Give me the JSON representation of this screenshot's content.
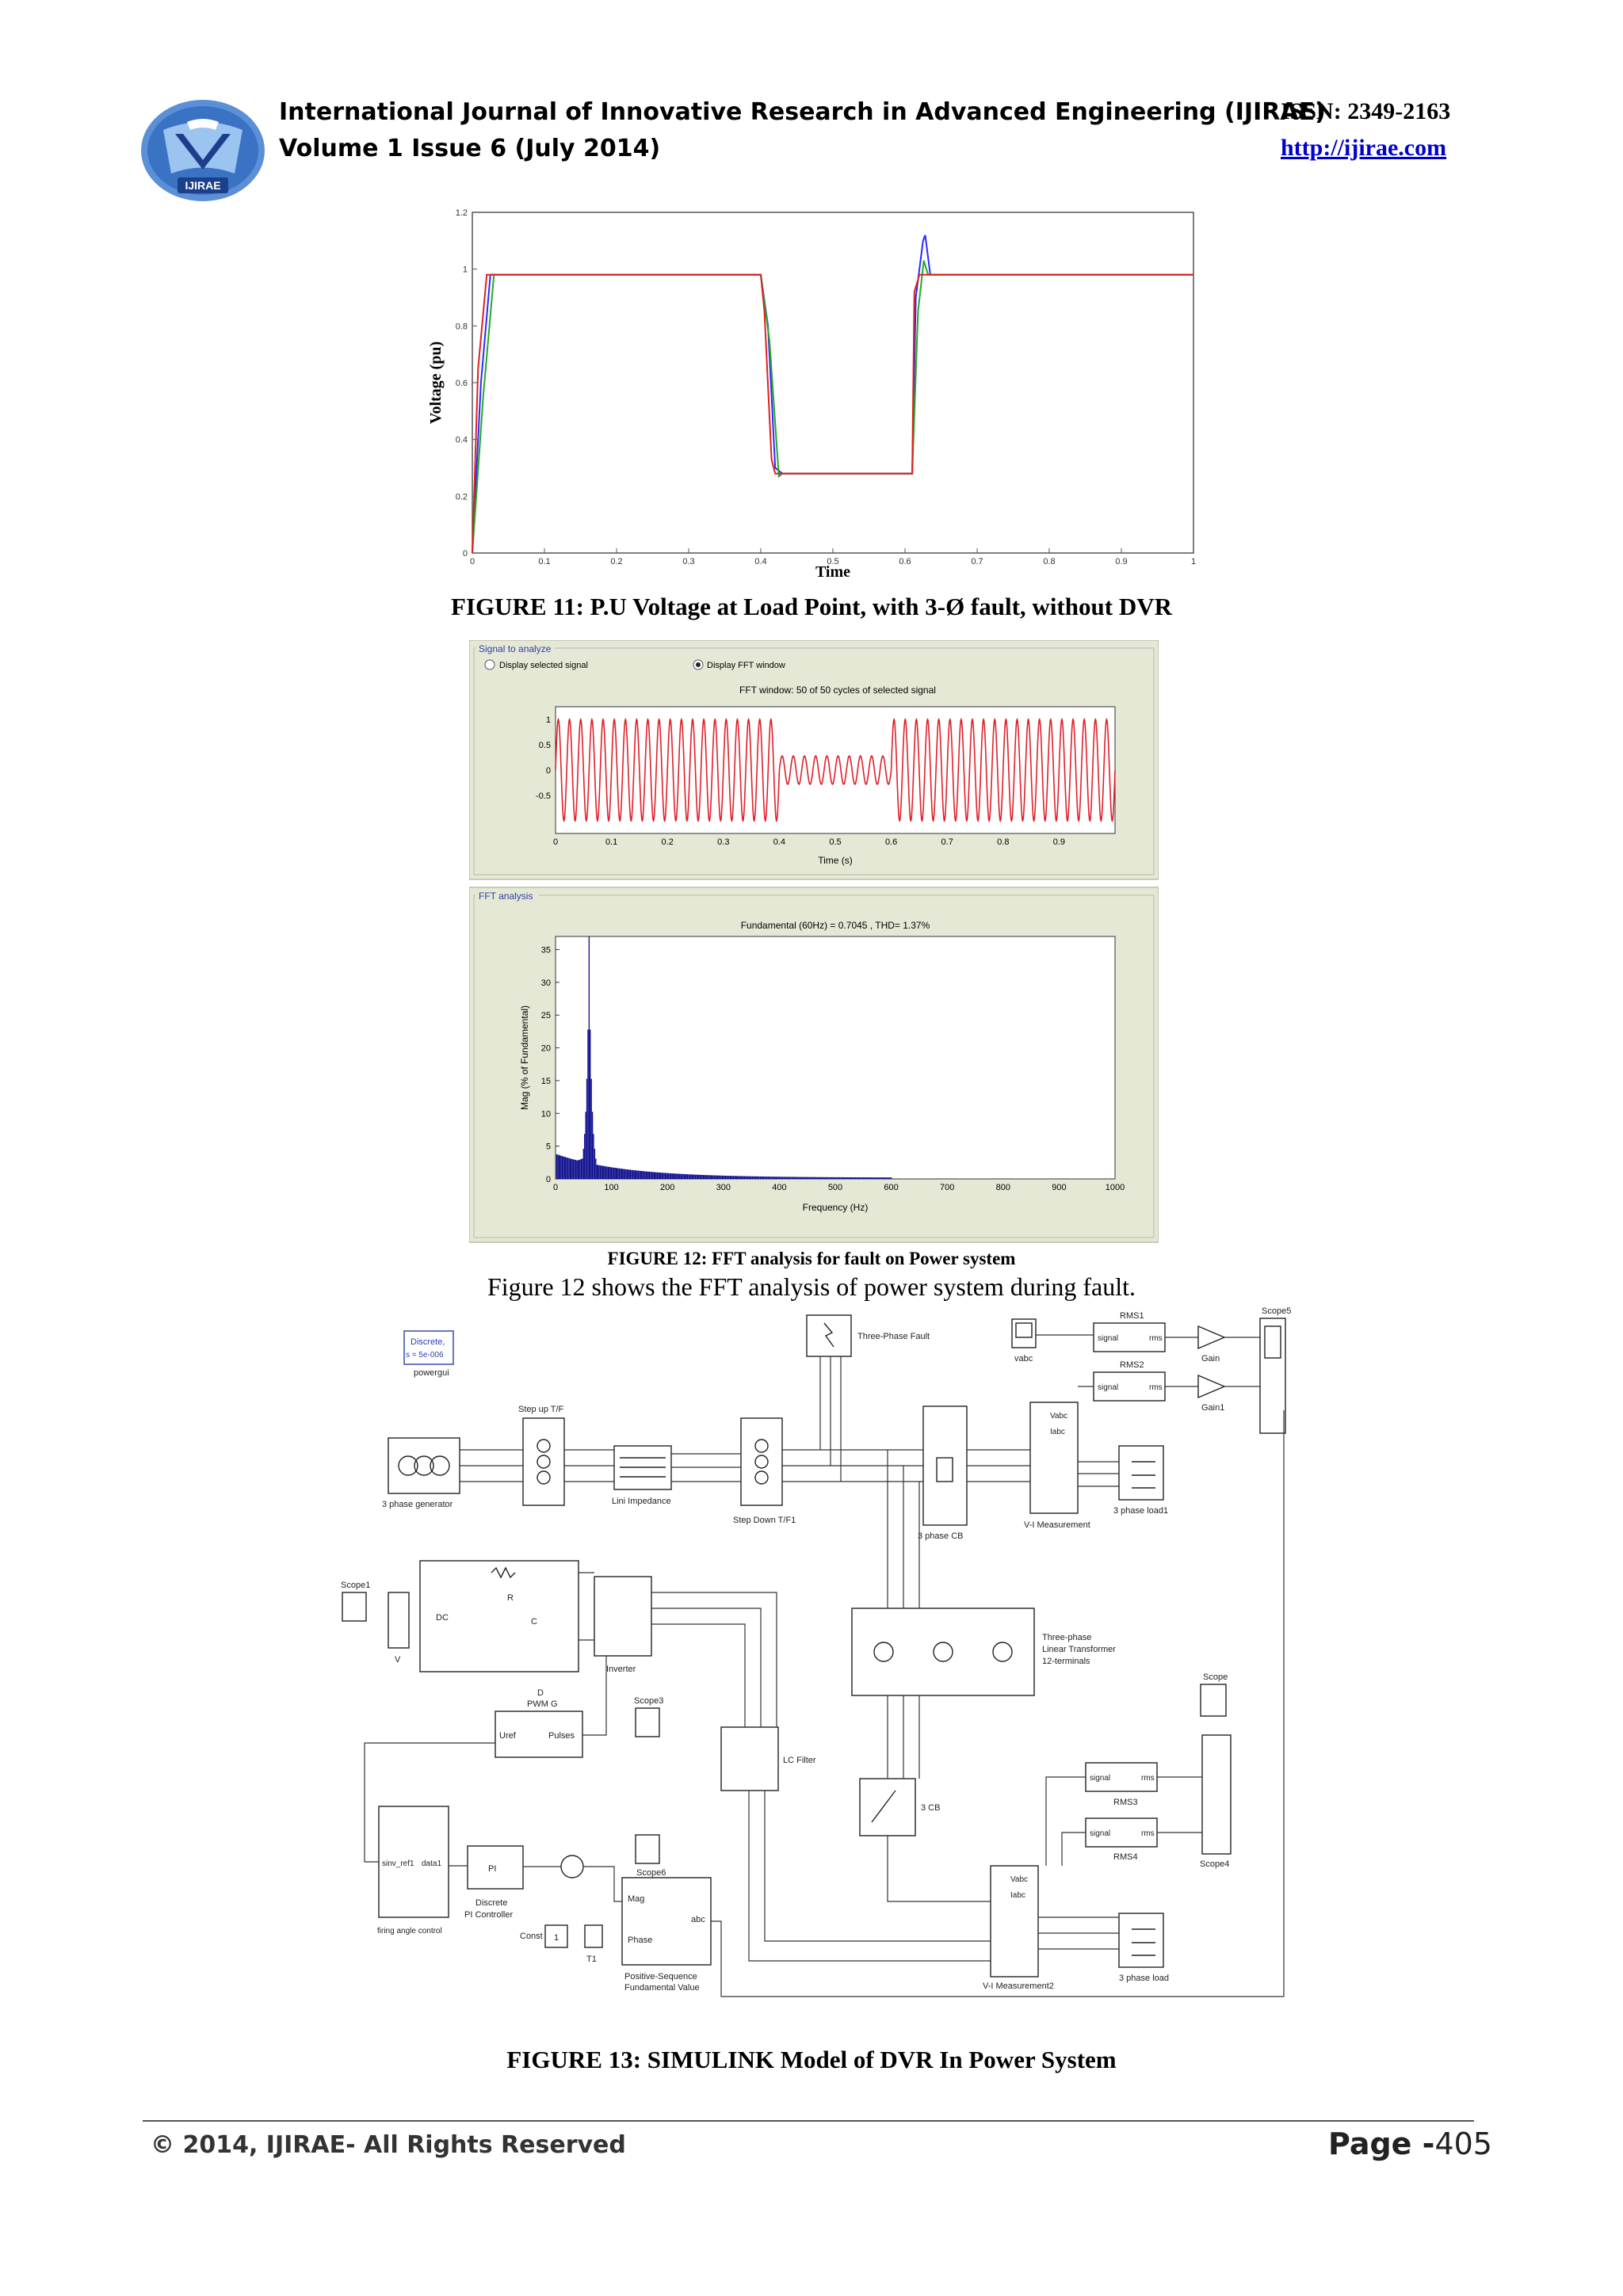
{
  "header": {
    "journal_title": "International Journal of Innovative Research in Advanced Engineering (IJIRAE)",
    "issn": "ISSN: 2349-2163",
    "volume": "Volume 1 Issue 6 (July 2014)",
    "url": "http://ijirae.com",
    "logo_text": "IJIRAE"
  },
  "figure11": {
    "caption": "FIGURE 11: P.U Voltage at Load Point, with 3-Ø fault, without DVR",
    "chart_data": {
      "type": "line",
      "xlabel": "Time",
      "ylabel": "Voltage (pu)",
      "xlim": [
        0,
        1
      ],
      "ylim": [
        0,
        1.2
      ],
      "x_ticks": [
        "0",
        "0.1",
        "0.2",
        "0.3",
        "0.4",
        "0.5",
        "0.6",
        "0.7",
        "0.8",
        "0.9",
        "1"
      ],
      "y_ticks": [
        "0",
        "0.2",
        "0.4",
        "0.6",
        "0.8",
        "1",
        "1.2"
      ],
      "series": [
        {
          "color": "#2a2aff",
          "x": [
            0,
            0.012,
            0.025,
            0.4,
            0.41,
            0.42,
            0.43,
            0.61,
            0.615,
            0.625,
            0.628,
            0.635,
            1
          ],
          "y": [
            0,
            0.6,
            0.98,
            0.98,
            0.8,
            0.3,
            0.28,
            0.28,
            0.9,
            1.1,
            1.12,
            0.98,
            0.98
          ]
        },
        {
          "color": "#22aa22",
          "x": [
            0,
            0.015,
            0.03,
            0.4,
            0.412,
            0.425,
            0.43,
            0.61,
            0.618,
            0.626,
            0.632,
            1
          ],
          "y": [
            0,
            0.55,
            0.98,
            0.98,
            0.75,
            0.27,
            0.28,
            0.28,
            0.85,
            1.03,
            0.98,
            0.98
          ]
        },
        {
          "color": "#dd2222",
          "x": [
            0,
            0.008,
            0.02,
            0.4,
            0.405,
            0.415,
            0.42,
            0.61,
            0.613,
            0.62,
            1
          ],
          "y": [
            0,
            0.65,
            0.98,
            0.98,
            0.85,
            0.33,
            0.28,
            0.28,
            0.92,
            0.98,
            0.98
          ]
        }
      ]
    }
  },
  "figure12": {
    "signal_panel": {
      "title": "Signal to analyze",
      "radio1": "Display selected signal",
      "radio2": "Display FFT window",
      "plot_title": "FFT window: 50 of 50 cycles of selected signal",
      "xlabel": "Time (s)",
      "x_ticks": [
        "0",
        "0.1",
        "0.2",
        "0.3",
        "0.4",
        "0.5",
        "0.6",
        "0.7",
        "0.8",
        "0.9"
      ],
      "y_ticks": [
        "1",
        "0.5",
        "0",
        "-0.5"
      ]
    },
    "fft_panel": {
      "title": "FFT analysis",
      "plot_title": "Fundamental (60Hz) = 0.7045 , THD= 1.37%",
      "xlabel": "Frequency (Hz)",
      "ylabel": "Mag (% of Fundamental)",
      "x_ticks": [
        "0",
        "100",
        "200",
        "300",
        "400",
        "500",
        "600",
        "700",
        "800",
        "900",
        "1000"
      ],
      "y_ticks": [
        "0",
        "5",
        "10",
        "15",
        "20",
        "25",
        "30",
        "35"
      ]
    },
    "caption": "FIGURE 12: FFT analysis for fault on Power system",
    "body_text": "Figure 12 shows the FFT analysis of power system during fault."
  },
  "figure13": {
    "caption": "FIGURE 13: SIMULINK Model of  DVR In Power System",
    "blocks": {
      "powergui": "powergui",
      "discrete": "Discrete,",
      "ts": "s = 5e-006",
      "step_up": "Step up T/F",
      "generator": "3 phase generator",
      "line_imp": "Lini Impedance",
      "step_down": "Step Down T/F1",
      "fault": "Three-Phase Fault",
      "cb": "3 phase CB",
      "vi1": "V-I Measurement",
      "load1": "3 phase load1",
      "rms1": "RMS1",
      "rms2": "RMS2",
      "rms3": "RMS3",
      "rms4": "RMS4",
      "gain": "Gain",
      "gain1": "Gain1",
      "scope5": "Scope5",
      "scope": "Scope",
      "scope1": "Scope1",
      "scope3": "Scope3",
      "scope4": "Scope4",
      "scope6": "Scope6",
      "vabc": "vabc",
      "dc": "DC",
      "r": "R",
      "c": "C",
      "v": "V",
      "inverter": "Inverter",
      "transformer": "Three-phase Linear Transformer 12-terminals",
      "lc_filter": "LC Filter",
      "cb3": "3 CB",
      "pwm_d": "D",
      "pwm": "PWM G",
      "uref": "Uref",
      "pulses": "Pulses",
      "firing": "firing angle control",
      "sinv": "sinv_ref1",
      "data1": "data1",
      "pi": "PI",
      "pi_label": "Discrete PI Controller",
      "const": "Const",
      "const_val": "1",
      "t1": "T1",
      "pos_seq": "Positive-Sequence Fundamental Value",
      "mag": "Mag",
      "phase": "Phase",
      "abc": "abc",
      "vi2": "V-I Measurement2",
      "load": "3 phase load",
      "signal": "signal",
      "rms": "rms",
      "vabc_port": "Vabc",
      "iabc_port": "Iabc"
    }
  },
  "footer": {
    "copyright": "© 2014, IJIRAE- All Rights Reserved",
    "page_prefix": "Page -",
    "page_number": "405"
  }
}
